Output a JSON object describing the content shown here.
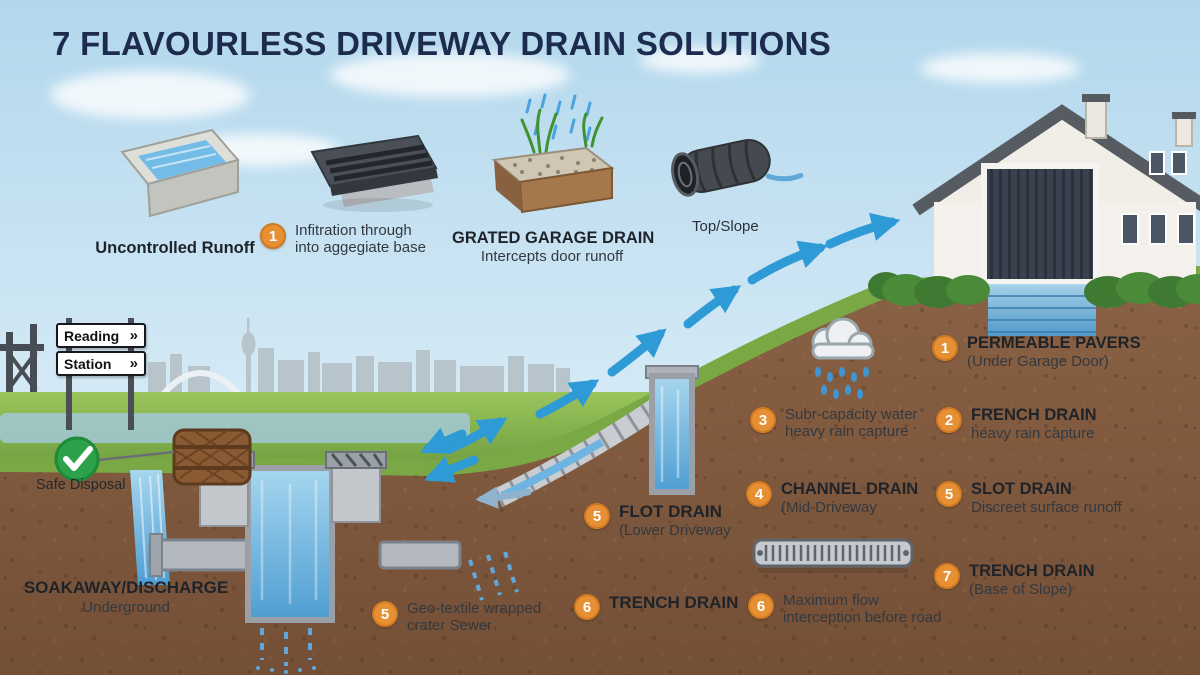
{
  "title": "7 FLAVOURLESS DRIVEWAY DRAIN SOLUTIONS",
  "colors": {
    "title_navy": "#1c2b4e",
    "accent_orange": "#e78f33",
    "arrow_blue": "#2e9ad6",
    "soil_brown": "#8a6144",
    "grass_green": "#7cb04c",
    "water_blue": "#6fb9e6",
    "check_green": "#2ea24a"
  },
  "signs": {
    "reading": "Reading",
    "station": "Station",
    "arrow": "»"
  },
  "top": {
    "uncontrolled": "Uncontrolled Runoff",
    "infiltration": {
      "num": "1",
      "line1": "Infitration through",
      "line2": "into aggegiate base"
    },
    "grated": {
      "title": "GRATED GARAGE DRAIN",
      "sub": "Intercepts door runoff"
    },
    "top_slope": "Top/Slope"
  },
  "left": {
    "safe_disposal": "Safe Disposal",
    "soakaway_title": "SOAKAWAY/DISCHARGE",
    "soakaway_sub": "Underground",
    "geo": {
      "num": "5",
      "line1": "Geo-textile wrapped",
      "line2": "crater Sewer"
    },
    "flot": {
      "num": "5",
      "title": "FLOT DRAIN",
      "sub": "(Lower Driveway"
    },
    "trench6": {
      "num": "6",
      "title": "TRENCH DRAIN"
    }
  },
  "right": {
    "permeable": {
      "num": "1",
      "title": "PERMEABLE PAVERS",
      "sub": "(Under Garage Door)"
    },
    "subr": {
      "num": "3",
      "line1": "Subr-capacity water",
      "line2": "heavy rain capture"
    },
    "french": {
      "num": "2",
      "title": "FRENCH DRAIN",
      "sub": "heavy rain capture"
    },
    "channel": {
      "num": "4",
      "title": "CHANNEL DRAIN",
      "sub": "(Mid-Driveway"
    },
    "slot": {
      "num": "5",
      "title": "SLOT DRAIN",
      "sub": "Discreet surface runoff"
    },
    "trench7": {
      "num": "7",
      "title": "TRENCH DRAIN",
      "sub": "(Base of Slope)"
    },
    "maxflow": {
      "num": "6",
      "line1": "Maximum flow",
      "line2": "interception before road"
    }
  }
}
